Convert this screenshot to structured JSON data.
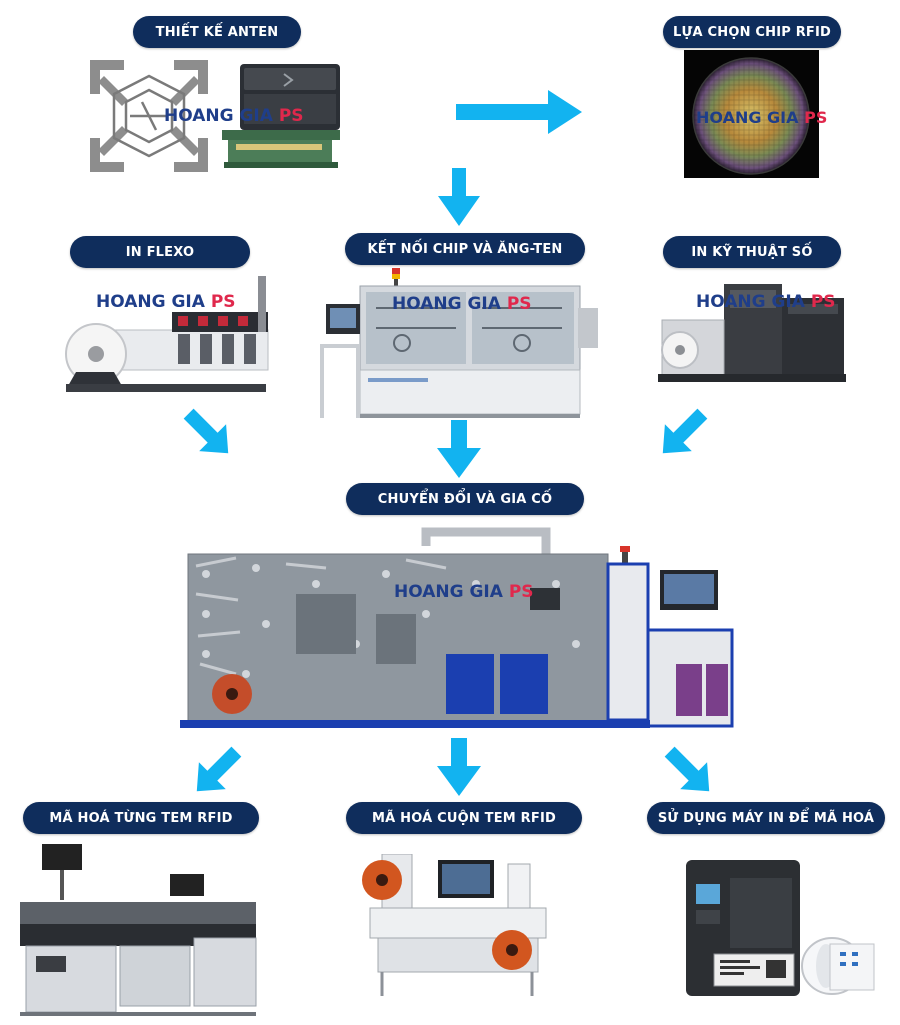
{
  "watermark": {
    "brand": "HOANG GIA",
    "suffix": "PS"
  },
  "colors": {
    "pill_bg": "#0f2d5c",
    "arrow": "#12b3f0",
    "brand_blue": "#1f3e8a",
    "brand_red": "#e0284c"
  },
  "steps": {
    "antenna_design": "THIẾT KẾ ANTEN",
    "chip_selection": "LỰA CHỌN CHIP RFID",
    "flexo_print": "IN FLEXO",
    "chip_antenna_bond": "KẾT NỐI CHIP VÀ ĂNG-TEN",
    "digital_print": "IN KỸ THUẬT SỐ",
    "convert_reinforce": "CHUYỂN ĐỔI VÀ GIA CỐ",
    "encode_single": "MÃ HOÁ TỪNG TEM RFID",
    "encode_roll": "MÃ HOÁ CUỘN TEM RFID",
    "encode_printer": "SỬ DỤNG MÁY IN ĐỂ MÃ HOÁ"
  },
  "icons": {
    "antenna": "antenna-pattern-icon",
    "tester": "rfid-tester-device-icon",
    "wafer": "silicon-wafer-icon",
    "flexo": "flexo-press-icon",
    "bonder": "chip-bonding-machine-icon",
    "digital": "digital-press-icon",
    "converter": "converting-machine-icon",
    "single": "single-tag-encoder-icon",
    "roll": "roll-encoder-icon",
    "printer": "rfid-printer-icon",
    "arrow": "arrow-icon"
  }
}
